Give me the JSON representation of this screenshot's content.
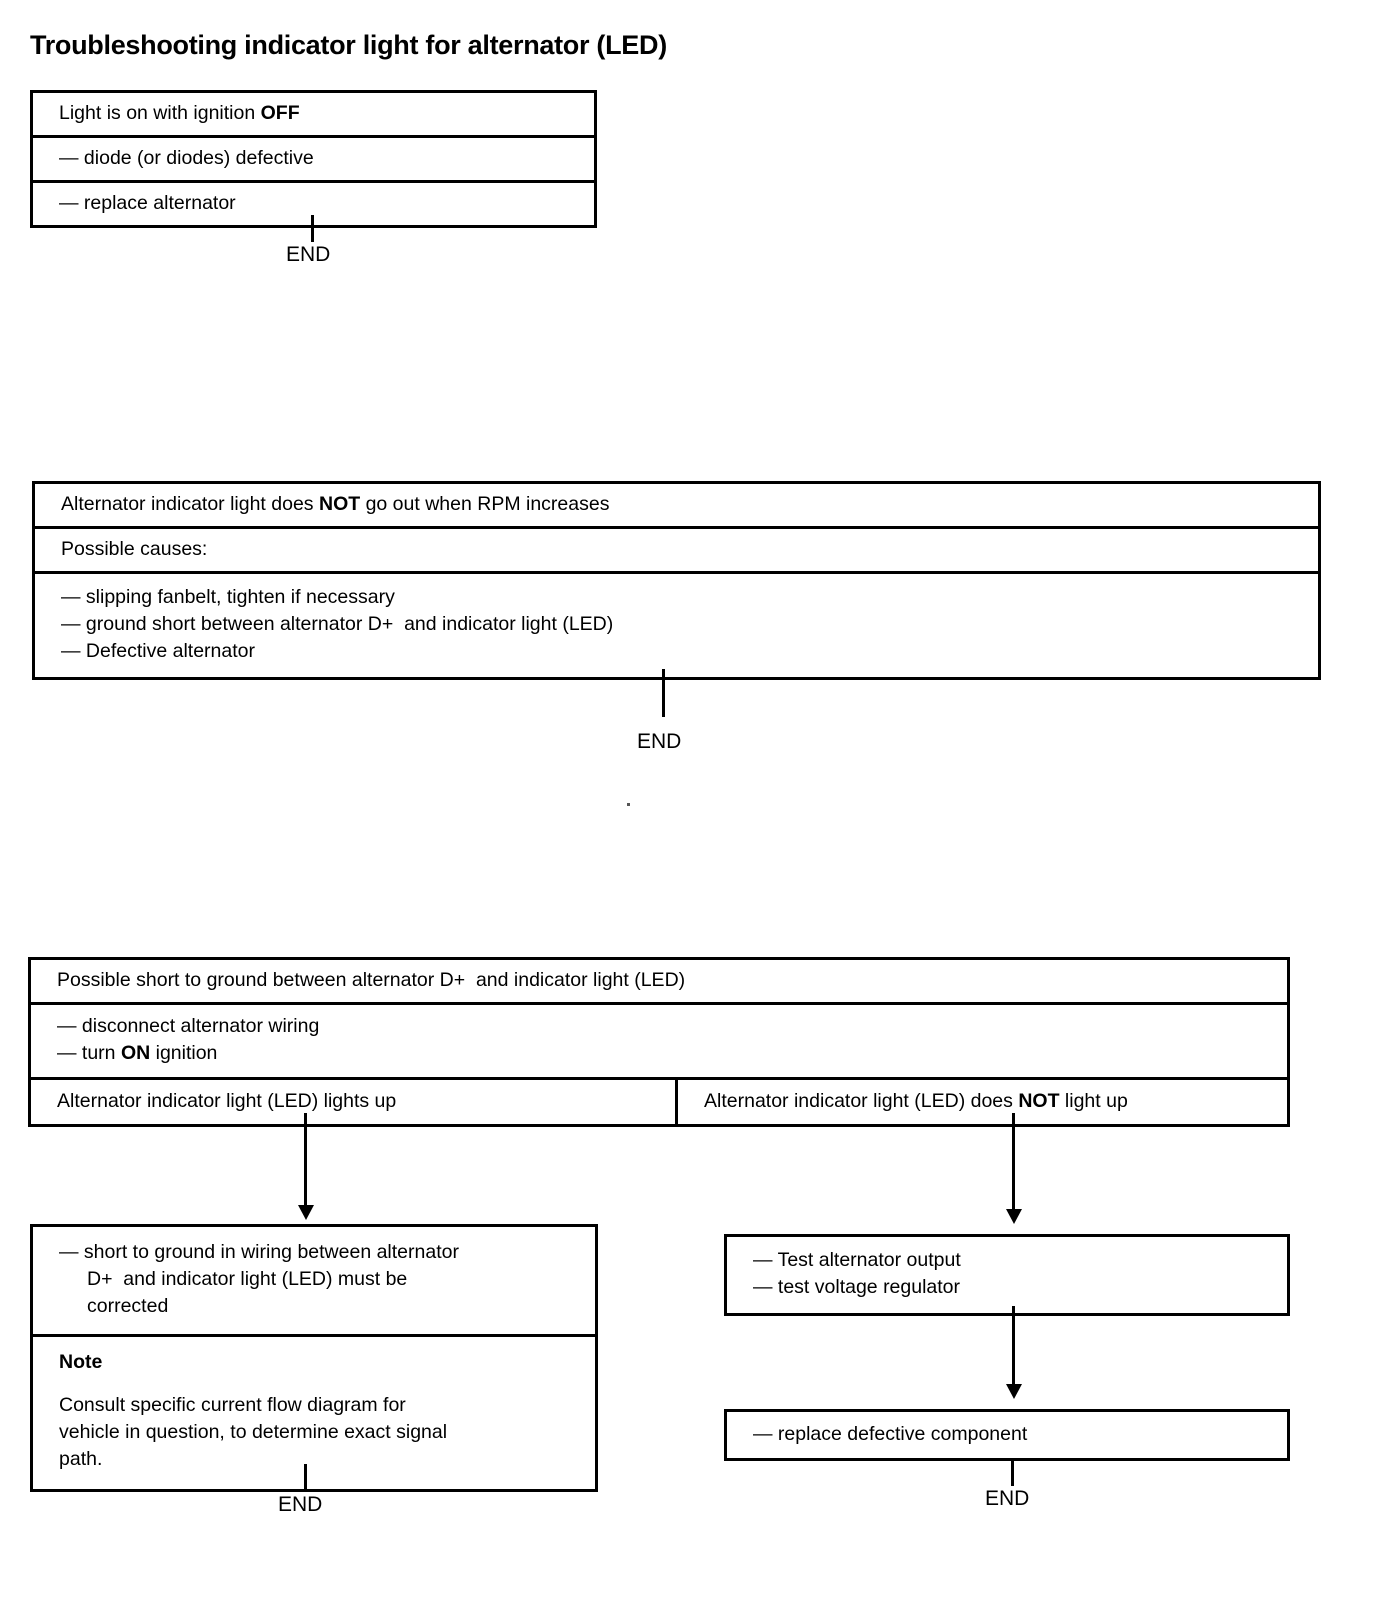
{
  "document": {
    "title": "Troubleshooting indicator light for alternator (LED)"
  },
  "end_labels": {
    "section1": "END",
    "section2": "END",
    "left_branch": "END",
    "right_branch": "END"
  },
  "section1": {
    "condition": "Light is on with ignition OFF",
    "condition_plain": "Light is on with ignition ",
    "condition_bold": "OFF",
    "cause": "— diode (or diodes) defective",
    "action": "— replace alternator"
  },
  "section2": {
    "condition_pre": "Alternator indicator light does ",
    "condition_bold": "NOT",
    "condition_post": " go out when RPM increases",
    "causes_header": "Possible causes:",
    "causes": [
      "— slipping fanbelt, tighten if necessary",
      "— ground short between alternator D+  and indicator light (LED)",
      "— Defective alternator"
    ]
  },
  "section3": {
    "header": "Possible short to ground between alternator D+  and indicator light (LED)",
    "steps": [
      "— disconnect alternator wiring",
      "— turn ON ignition"
    ],
    "step2_pre": "— turn ",
    "step2_bold": "ON",
    "step2_post": " ignition",
    "branch_left_label": "Alternator indicator light (LED) lights up",
    "branch_right_pre": "Alternator indicator light (LED) does ",
    "branch_right_bold": "NOT",
    "branch_right_post": " light up",
    "left_result": {
      "line1": "— short to ground in wiring between alternator",
      "line2": "D+  and indicator light (LED) must be",
      "line3": "corrected",
      "note_title": "Note",
      "note_line1": "Consult specific current flow diagram for",
      "note_line2": "vehicle in question, to determine exact signal",
      "note_line3": "path."
    },
    "right_result": {
      "line1": "— Test alternator output",
      "line2": "— test voltage regulator",
      "final": "— replace defective component"
    }
  },
  "colors": {
    "ink": "#000000",
    "paper": "#ffffff"
  }
}
